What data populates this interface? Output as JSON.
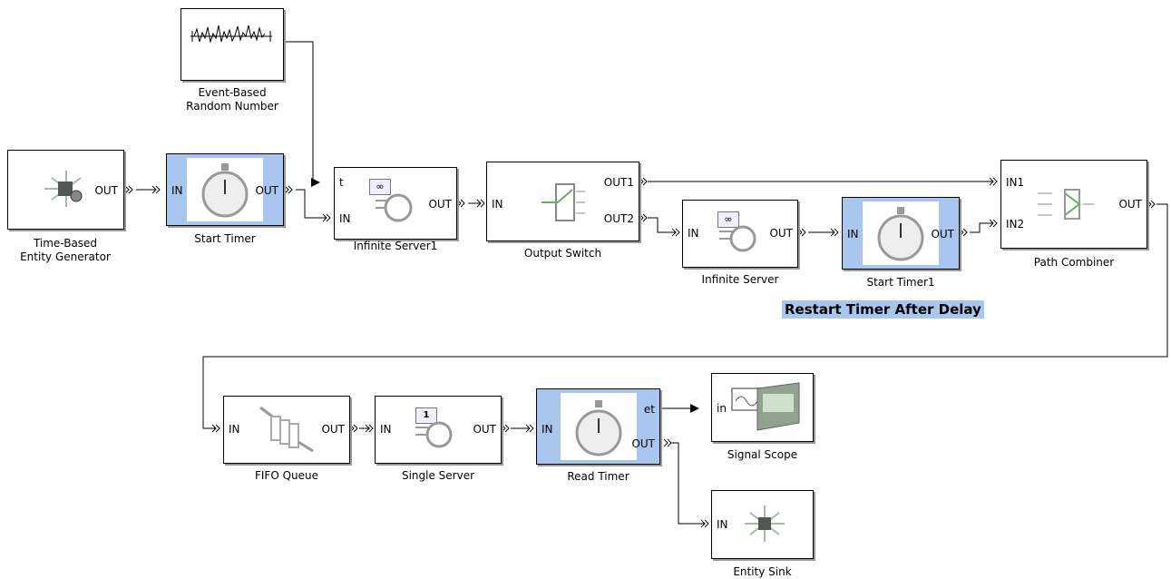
{
  "blocks": {
    "generator": {
      "label_line1": "Time-Based",
      "label_line2": "Entity Generator",
      "out": "OUT"
    },
    "random": {
      "label_line1": "Event-Based",
      "label_line2": "Random Number"
    },
    "start_timer": {
      "label": "Start Timer",
      "in": "IN",
      "out": "OUT"
    },
    "inf_server1": {
      "label": "Infinite Server1",
      "t": "t",
      "in": "IN",
      "out": "OUT",
      "badge": "∞"
    },
    "output_switch": {
      "label": "Output Switch",
      "in": "IN",
      "out1": "OUT1",
      "out2": "OUT2"
    },
    "inf_server": {
      "label": "Infinite Server",
      "in": "IN",
      "out": "OUT",
      "badge": "∞"
    },
    "start_timer1": {
      "label": "Start Timer1",
      "in": "IN",
      "out": "OUT"
    },
    "path_combiner": {
      "label": "Path Combiner",
      "in1": "IN1",
      "in2": "IN2",
      "out": "OUT"
    },
    "fifo": {
      "label": "FIFO Queue",
      "in": "IN",
      "out": "OUT"
    },
    "single_server": {
      "label": "Single Server",
      "in": "IN",
      "out": "OUT",
      "badge": "1"
    },
    "read_timer": {
      "label": "Read Timer",
      "in": "IN",
      "et": "et",
      "out": "OUT"
    },
    "scope": {
      "label": "Signal Scope",
      "in": "in"
    },
    "sink": {
      "label": "Entity Sink",
      "in": "IN"
    }
  },
  "annotation": "Restart Timer After Delay",
  "colors": {
    "timer_fill": "#a9c6ef",
    "annotation_bg": "#a9c6ef",
    "line": "#000000",
    "icon_gray": "#9a9a9a"
  }
}
